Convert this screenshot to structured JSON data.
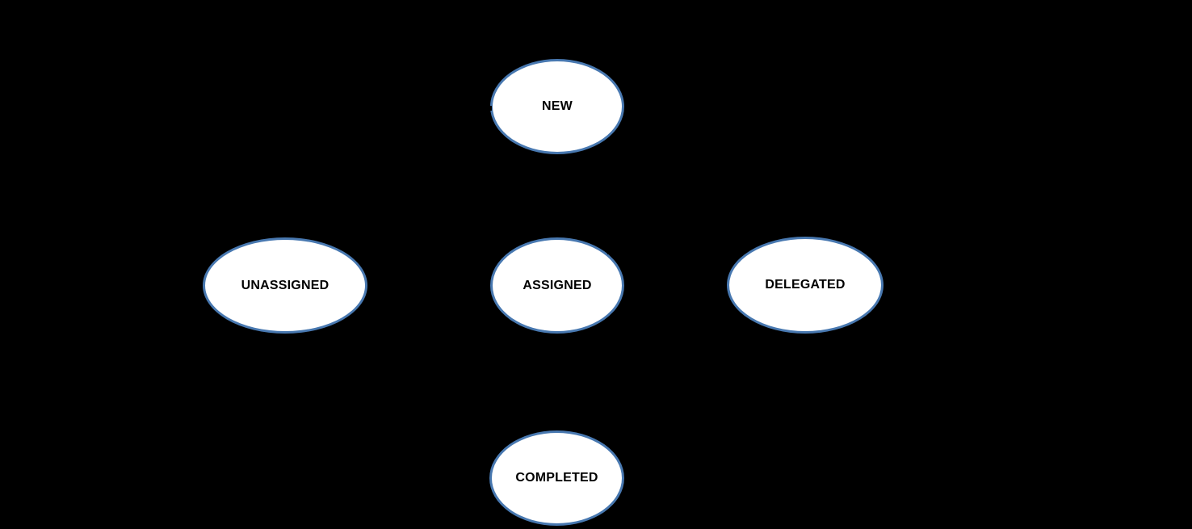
{
  "diagram": {
    "type": "state-diagram",
    "background_color": "#000000",
    "node_fill_color": "#ffffff",
    "node_border_color": "#4878b0",
    "label_color": "#000000",
    "nodes": [
      {
        "id": "new",
        "label": "NEW"
      },
      {
        "id": "unassigned",
        "label": "UNASSIGNED"
      },
      {
        "id": "assigned",
        "label": "ASSIGNED"
      },
      {
        "id": "delegated",
        "label": "DELEGATED"
      },
      {
        "id": "completed",
        "label": "COMPLETED"
      }
    ]
  }
}
